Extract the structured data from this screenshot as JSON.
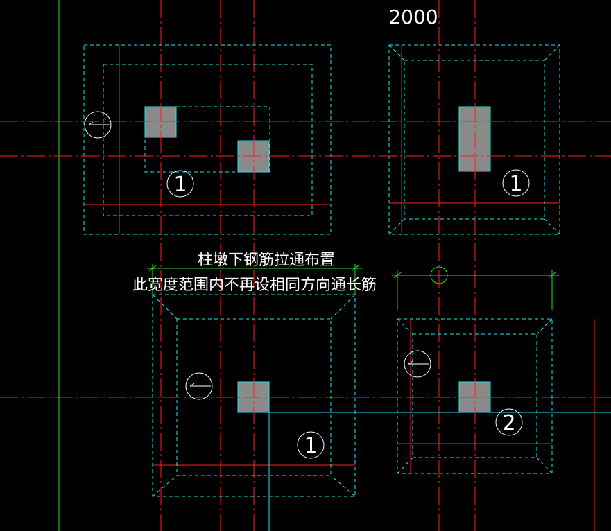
{
  "texts": {
    "dimension_top": "2000",
    "note_line1": "柱墩下钢筋拉通布置",
    "note_line2": "此宽度范围内不再设相同方向通长筋"
  },
  "labels": {
    "pit_a": "1",
    "pit_b": "1",
    "pit_c": "1",
    "pit_d": "2"
  },
  "colors": {
    "background": "#000000",
    "axis_red": "#ff2020",
    "dash_cyan": "#29e2e6",
    "column_gray": "#8a8a8a",
    "dim_green": "#22dd22",
    "text_white": "#ffffff"
  }
}
